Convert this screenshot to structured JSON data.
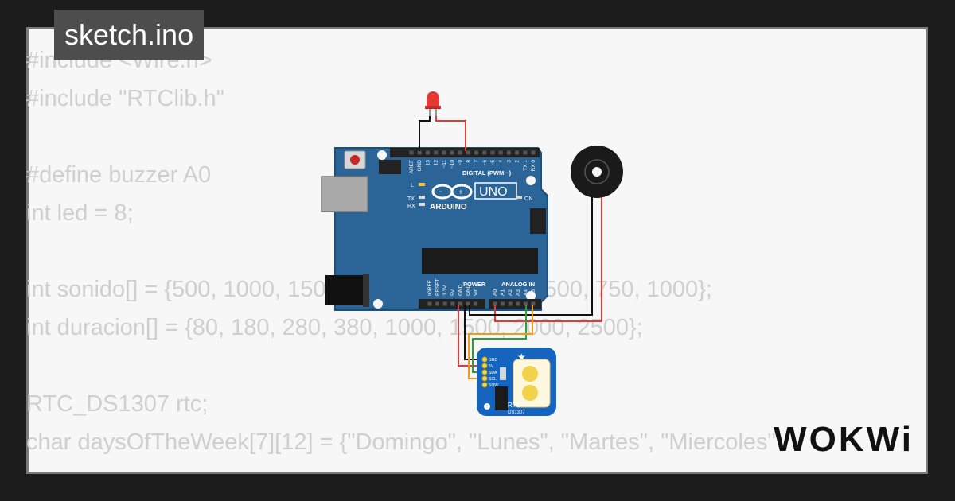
{
  "tab": {
    "filename": "sketch.ino"
  },
  "code_lines": [
    "#include <Wire.h>",
    "#include \"RTClib.h\"",
    "",
    "#define buzzer A0",
    "int led = 8;",
    "",
    "int sonido[] = {500, 1000, 1500, 2000, 2500, 3000, 500, 750, 1000};",
    "int duracion[] = {80, 180, 280, 380, 1000, 1500, 2000, 2500};",
    "",
    "RTC_DS1307 rtc;",
    "char daysOfTheWeek[7][12] = {\"Domingo\", \"Lunes\", \"Martes\", \"Miercoles\""
  ],
  "board": {
    "brand": "ARDUINO",
    "model": "UNO",
    "digital_header": "DIGITAL (PWM ~)",
    "power_header": "POWER",
    "analog_header": "ANALOG IN",
    "on_label": "ON",
    "l_label": "L",
    "tx_label": "TX",
    "rx_label": "RX",
    "top_pins": [
      "AREF",
      "GND",
      "13",
      "12",
      "~11",
      "~10",
      "~9",
      "8",
      "7",
      "~6",
      "~5",
      "4",
      "~3",
      "2",
      "TX 1",
      "RX 0"
    ],
    "power_pins": [
      "IOREF",
      "RESET",
      "3.3V",
      "5V",
      "GND",
      "GND",
      "Vin"
    ],
    "analog_pins": [
      "A0",
      "A1",
      "A2",
      "A3",
      "A4",
      "A5"
    ]
  },
  "rtc_module": {
    "label": "RTC",
    "chip": "DS1307",
    "pins": [
      "GND",
      "5V",
      "SDA",
      "SCL",
      "SQW"
    ]
  },
  "logo": {
    "text": "WOKWi"
  },
  "colors": {
    "board_blue": "#2b6496",
    "board_dark": "#1f4e78",
    "rtc_blue": "#1565c0",
    "wire_red": "#e53935",
    "wire_black": "#111111",
    "wire_green": "#2e9e3a",
    "wire_orange": "#f39c12",
    "led_red": "#e53935",
    "code_text": "#cfcfcf",
    "tab_bg": "#4d4d4d"
  }
}
